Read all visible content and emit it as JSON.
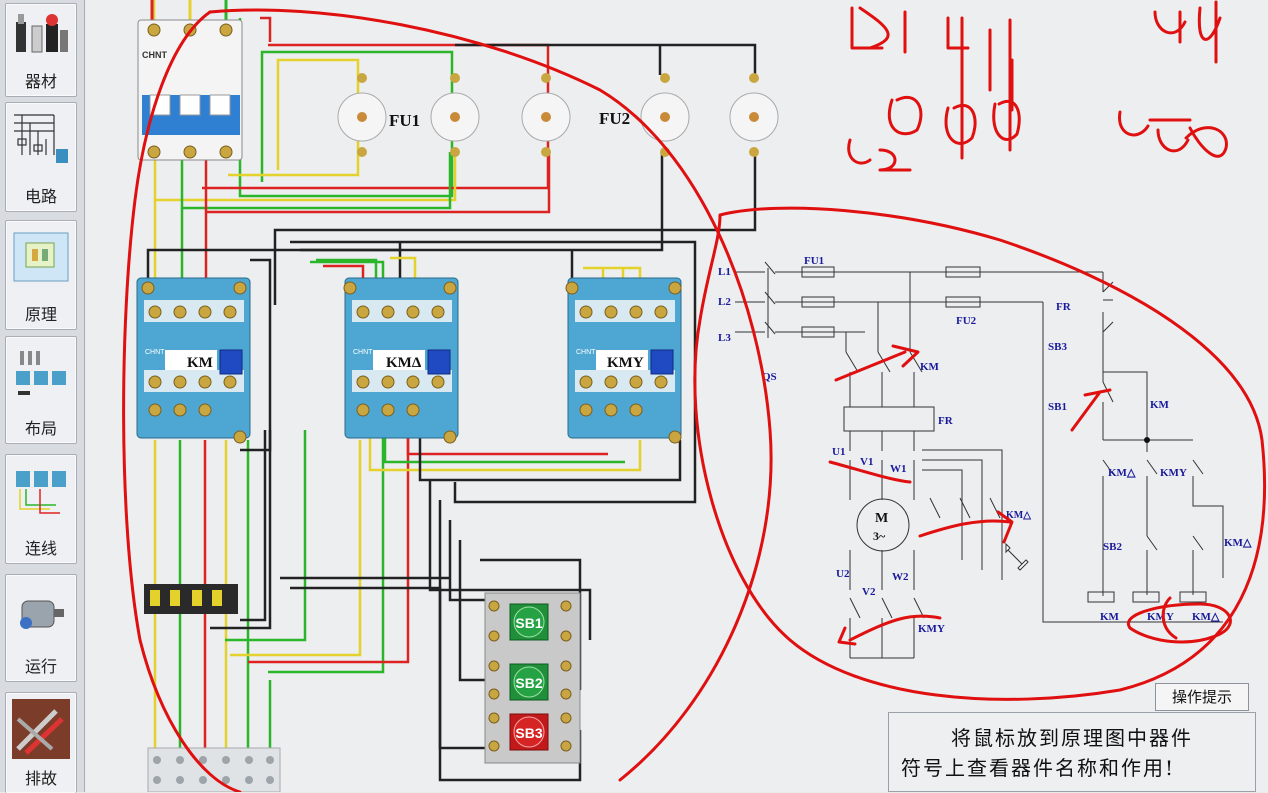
{
  "sidebar": {
    "items": [
      {
        "label": "器材"
      },
      {
        "label": "电路"
      },
      {
        "label": "原理"
      },
      {
        "label": "布局"
      },
      {
        "label": "连线"
      },
      {
        "label": "运行"
      },
      {
        "label": "排故"
      }
    ]
  },
  "layout": {
    "fuse_labels": [
      "FU1",
      "FU2"
    ],
    "contactors": [
      "KM",
      "KMΔ",
      "KMY"
    ],
    "brand": "CHNT",
    "buttons": [
      {
        "label": "SB1",
        "color": "#1f8f3a"
      },
      {
        "label": "SB2",
        "color": "#1f8f3a"
      },
      {
        "label": "SB3",
        "color": "#c21a1a"
      }
    ]
  },
  "schematic": {
    "labels": {
      "L1": "L1",
      "L2": "L2",
      "L3": "L3",
      "QS": "QS",
      "FU1": "FU1",
      "FU2": "FU2",
      "KM_main": "KM",
      "FR_main": "FR",
      "U1": "U1",
      "V1": "V1",
      "W1": "W1",
      "U2": "U2",
      "V2": "V2",
      "W2": "W2",
      "motor": "M",
      "motor_sub": "3~",
      "KMd_main": "KM△",
      "KMY_main": "KMY",
      "FR_ctrl": "FR",
      "SB3": "SB3",
      "SB1": "SB1",
      "KM_hold": "KM",
      "KMd_nc": "KM△",
      "KMY_nc": "KMY",
      "SB2": "SB2",
      "KMd_hold": "KM△",
      "coil_KM": "KM",
      "coil_KMY": "KMY",
      "coil_KMd": "KM△"
    }
  },
  "hint": {
    "tab": "操作提示",
    "line1": "将鼠标放到原理图中器件",
    "line2": "符号上查看器件名称和作用!"
  },
  "colors": {
    "ink": "#1a1a9c",
    "annotation": "#e01010"
  }
}
